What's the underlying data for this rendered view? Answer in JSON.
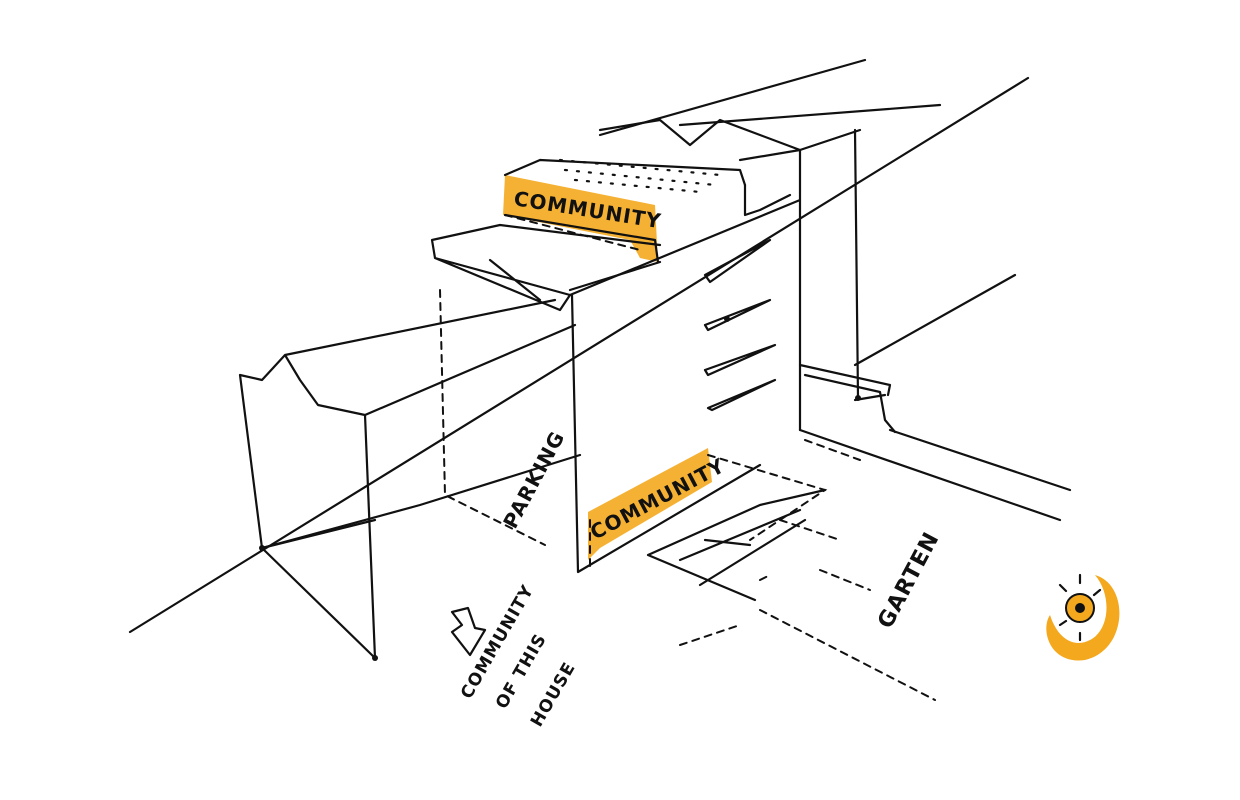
{
  "labels": {
    "community_top": "COMMUNITY",
    "community_bottom": "COMMUNITY",
    "parking": "PARKING",
    "community_house_line1": "COMMUNITY",
    "community_house_line2": "OF THIS",
    "community_house_line3": "HOUSE",
    "garten": "GARTEN"
  },
  "colors": {
    "highlight": "#F4A81E",
    "ink": "#111111"
  }
}
